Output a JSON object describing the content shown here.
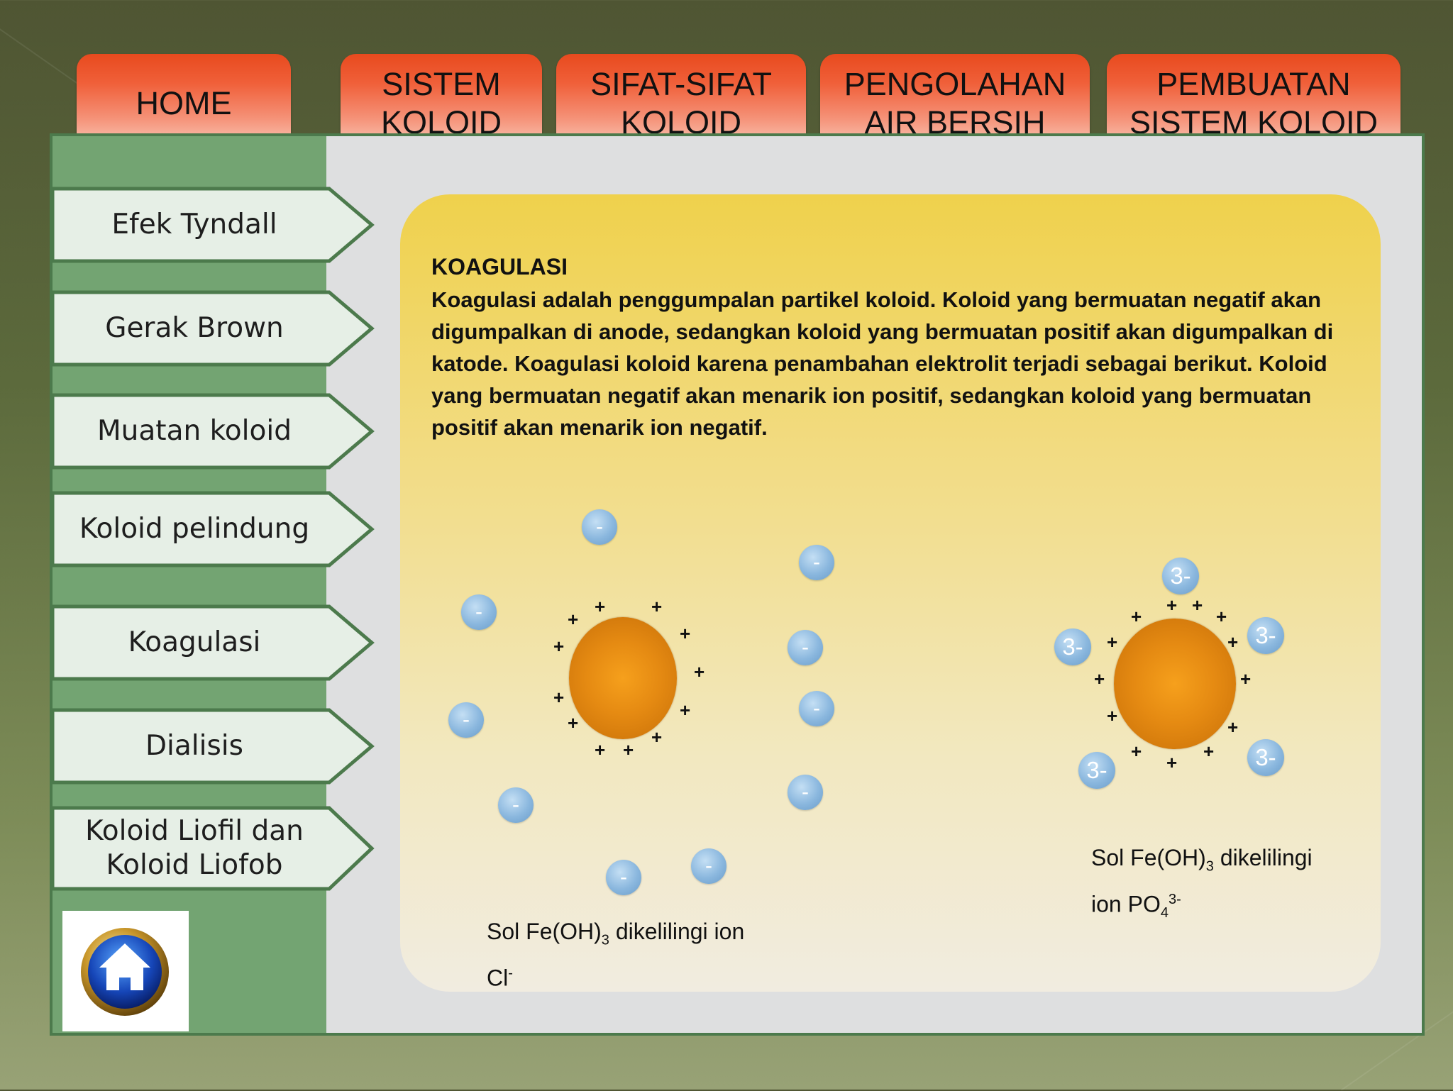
{
  "nav": {
    "tabs": [
      {
        "label": "HOME"
      },
      {
        "label": "SISTEM\nKOLOID"
      },
      {
        "label": "SIFAT-SIFAT\nKOLOID"
      },
      {
        "label": "PENGOLAHAN\nAIR BERSIH"
      },
      {
        "label": "PEMBUATAN\nSISTEM KOLOID"
      }
    ]
  },
  "sidebar": {
    "items": [
      {
        "label": "Efek Tyndall"
      },
      {
        "label": "Gerak Brown"
      },
      {
        "label": "Muatan koloid"
      },
      {
        "label": "Koloid pelindung"
      },
      {
        "label": "Koagulasi"
      },
      {
        "label": "Dialisis"
      },
      {
        "label": "Koloid Liofil dan\nKoloid Liofob"
      }
    ],
    "home_icon": "home-icon"
  },
  "content": {
    "title": "KOAGULASI",
    "body": "Koagulasi adalah penggumpalan partikel koloid. Koloid yang bermuatan negatif akan digumpalkan di anode, sedangkan koloid yang bermuatan positif akan digumpalkan di katode. Koagulasi koloid karena penambahan elektrolit terjadi sebagai berikut. Koloid yang bermuatan negatif akan menarik ion positif, sedangkan koloid yang bermuatan positif akan menarik ion negatif."
  },
  "diagram": {
    "left": {
      "caption_prefix": "Sol Fe(OH)",
      "caption_sub": "3",
      "caption_mid": " dikelilingi ion",
      "caption_ion": "Cl",
      "caption_sup": "-",
      "ion_label": "-",
      "particle_charge": "+"
    },
    "right": {
      "caption_prefix": "Sol Fe(OH)",
      "caption_sub": "3",
      "caption_mid": " dikelilingi",
      "caption_ion": "ion PO",
      "caption_ion_sub": "4",
      "caption_sup": "3-",
      "ion_label": "3-",
      "particle_charge": "+"
    }
  },
  "colors": {
    "tab_red": "#e84a1e",
    "sidebar_green": "#73a472",
    "content_yellow": "#efd14c",
    "particle_orange": "#e58a12",
    "ion_blue": "#8ab7de"
  }
}
